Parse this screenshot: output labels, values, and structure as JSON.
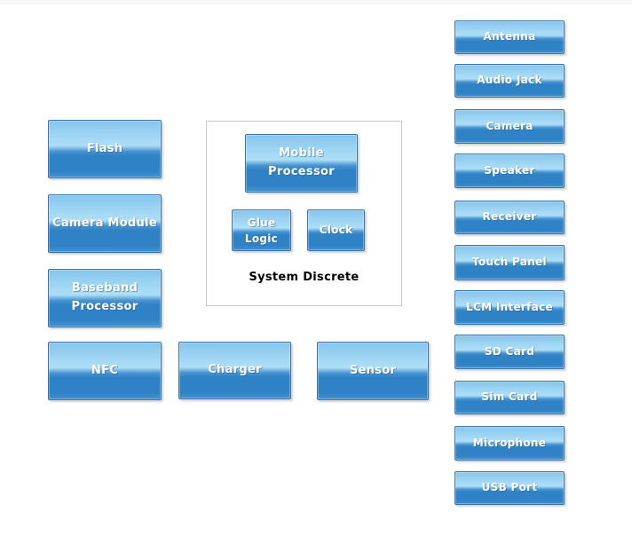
{
  "diagram": {
    "left_column": [
      "Flash",
      "Camera Module",
      "Baseband Processor",
      "NFC"
    ],
    "bottom_row": [
      "Charger",
      "Sensor"
    ],
    "system_discrete_group": {
      "label": "System Discrete",
      "boxes": [
        "Mobile Processor",
        "Glue Logic",
        "Clock"
      ]
    },
    "right_column": [
      "Antenna",
      "Audio Jack",
      "Camera",
      "Speaker",
      "Receiver",
      "Touch Panel",
      "LCM Interface",
      "SD Card",
      "Sim Card",
      "Microphone",
      "USB Port"
    ]
  },
  "colors": {
    "page_background": "#ffffff",
    "top_strip": "#f8f8f8",
    "box_border": "#3b74ab",
    "box_gradient_top": "#86c5ec",
    "box_gradient_light": "#addef7",
    "box_gradient_dark": "#2e82c5",
    "box_gradient_bottom": "#4392d0",
    "box_text": "#ffffff",
    "group_border": "#c9c9c9",
    "group_label_text": "#000000"
  }
}
